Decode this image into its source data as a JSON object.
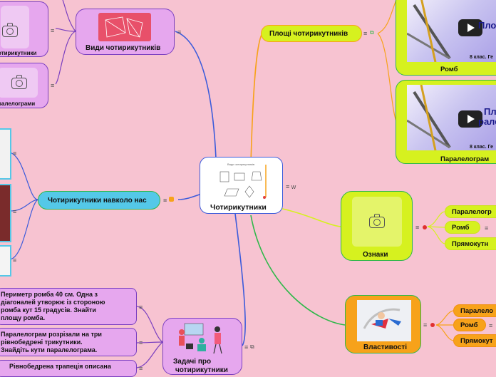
{
  "root": {
    "title": "Чотирикутники",
    "thumb_caption": "Види чотирикутників",
    "note_icon": "≡ w"
  },
  "vydy": {
    "title": "Види чотирикутників",
    "child1": "отирикутники",
    "child2": "ралелограми"
  },
  "navkolo": {
    "title": "Чотирикутники навколо нас"
  },
  "zadachi": {
    "title_line1": "Задачі про",
    "title_line2": "чотирикутники",
    "tasks": [
      {
        "line1": "Периметр ромба 40 см. Одна з",
        "line2": "діагоналей утворює із стороною",
        "line3": "ромба  кут 15 градусів. Знайти",
        "line4": "площу ромба."
      },
      {
        "line1": "Паралелограм розрізали на три",
        "line2": "рівнобедрені трикутники.",
        "line3": "Знайдіть кути паралелограма."
      },
      {
        "line1": "Рівнобедрена трапеція описана"
      }
    ]
  },
  "ploshchi": {
    "title": "Площі чотирикутників",
    "videos": [
      {
        "label": "Ромб",
        "title": "Площа",
        "sub": "8 клас. Ге"
      },
      {
        "label": "Паралелограм",
        "title1": "Пл",
        "title2": "ралел",
        "sub": "8 клас. Ге"
      }
    ]
  },
  "oznaky": {
    "title": "Ознаки",
    "items": [
      "Паралелогр",
      "Ромб",
      "Прямокутн"
    ]
  },
  "vlastyvosti": {
    "title": "Властивості",
    "items": [
      "Паралело",
      "Ромб",
      "Прямокут"
    ]
  },
  "colors": {
    "background": "#f7c3d1",
    "purple": "#e6a7ee",
    "green": "#d6f11f",
    "orange": "#f7a21a",
    "blue_line": "#3b5bdb"
  }
}
